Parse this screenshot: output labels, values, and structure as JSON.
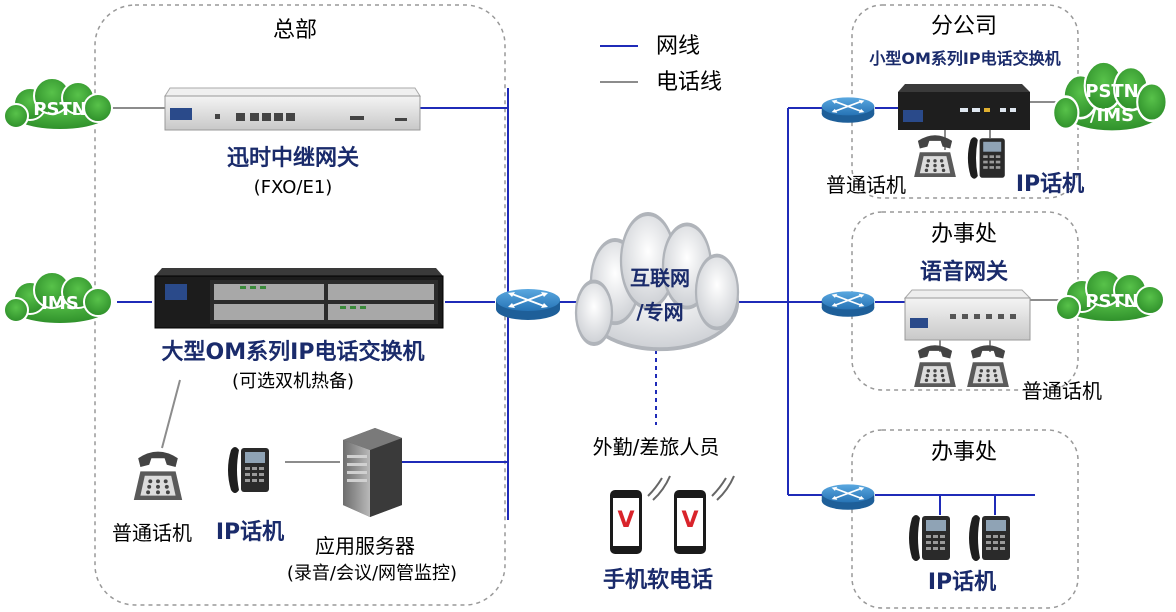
{
  "legend": {
    "network_line_label": "网线",
    "phone_line_label": "电话线",
    "network_color": "#1f2bb8",
    "phone_color": "#8c8c8c"
  },
  "headquarters": {
    "title": "总部",
    "pstn_cloud": "PSTN",
    "ims_cloud": "IMS",
    "gateway_name": "迅时中继网关",
    "gateway_sub": "(FXO/E1)",
    "pbx_name": "大型OM系列IP电话交换机",
    "pbx_sub": "(可选双机热备)",
    "analog_phone_label": "普通话机",
    "ip_phone_label": "IP话机",
    "server_label": "应用服务器",
    "server_sub": "(录音/会议/网管监控)"
  },
  "internet": {
    "line1": "互联网",
    "line2": "/专网"
  },
  "mobile": {
    "title": "外勤/差旅人员",
    "caption": "手机软电话",
    "app_glyph": "V"
  },
  "branch": {
    "title": "分公司",
    "device_name": "小型OM系列IP电话交换机",
    "cloud_line1": "PSTN",
    "cloud_line2": "/IMS",
    "analog_phone_label": "普通话机",
    "ip_phone_label": "IP话机"
  },
  "office1": {
    "title": "办事处",
    "device_name": "语音网关",
    "cloud_label": "PSTN",
    "analog_phone_label": "普通话机"
  },
  "office2": {
    "title": "办事处",
    "ip_phone_label": "IP话机"
  }
}
